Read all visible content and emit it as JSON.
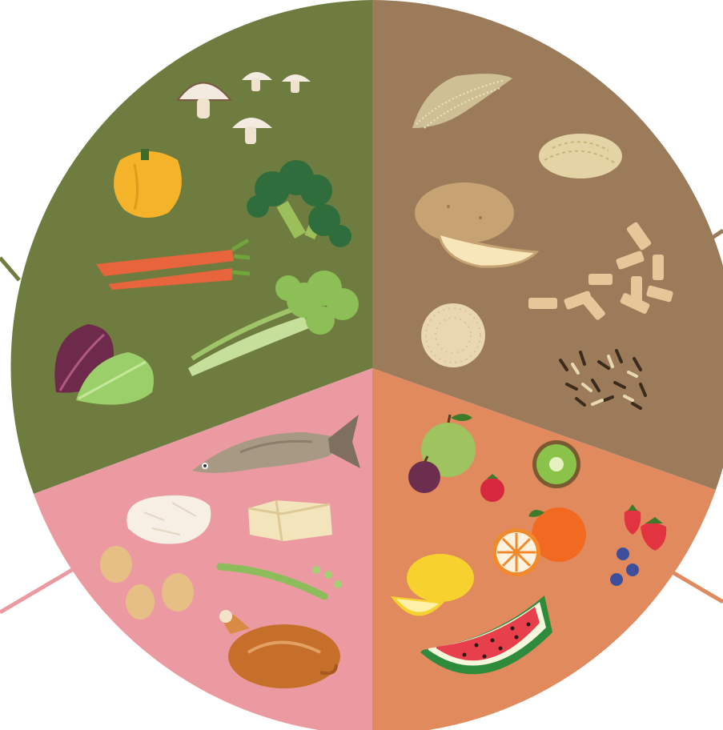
{
  "colors": {
    "vegetables": "#6f7c3f",
    "grains": "#9b7b59",
    "fruits": "#e08a5e",
    "proteins": "#ec9aa1",
    "background": "#ffffff"
  },
  "sections": [
    {
      "id": "vegetables",
      "items": [
        "mushrooms-icon",
        "bell-pepper-icon",
        "broccoli-icon",
        "carrots-icon",
        "celery-icon",
        "leafy-greens-icon"
      ]
    },
    {
      "id": "whole-grains",
      "items": [
        "quinoa-icon",
        "barley-icon",
        "potato-icon",
        "pasta-icon",
        "cracker-icon",
        "wild-rice-icon"
      ]
    },
    {
      "id": "proteins",
      "items": [
        "fish-icon",
        "fish-fillet-icon",
        "tofu-icon",
        "nuts-icon",
        "green-beans-icon",
        "roast-chicken-icon"
      ]
    },
    {
      "id": "fruits",
      "items": [
        "apple-icon",
        "plum-icon",
        "kiwi-icon",
        "raspberry-icon",
        "orange-icon",
        "strawberries-icon",
        "blueberries-icon",
        "lemon-icon",
        "watermelon-icon"
      ]
    }
  ]
}
